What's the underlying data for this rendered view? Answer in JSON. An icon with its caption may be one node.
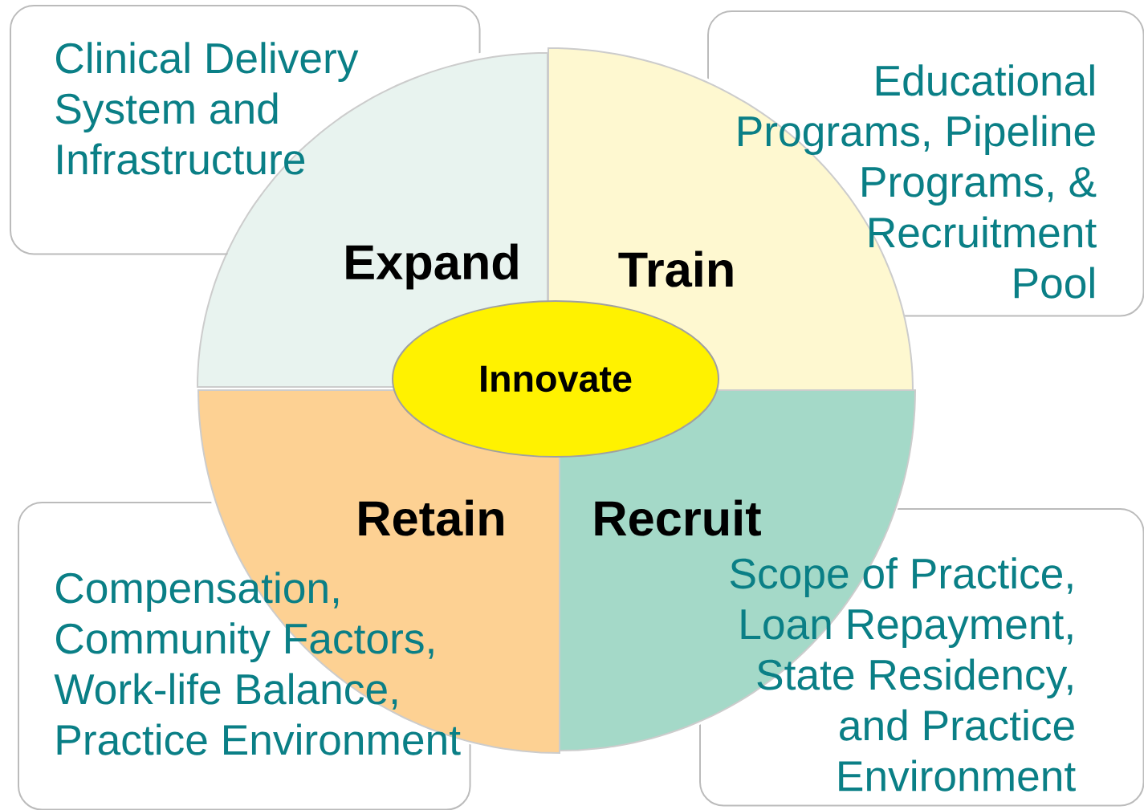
{
  "diagram": {
    "nodes": [
      {
        "text": [
          "Clinical Delivery System and Infrastructure"
        ]
      },
      {
        "text": [
          "Educational Programs, Pipeline Programs, & Recruitment Pool"
        ]
      },
      {
        "text": [
          "Expand"
        ]
      },
      {
        "text": [
          "Train"
        ]
      },
      {
        "text": [
          "Innovate"
        ]
      },
      {
        "text": [
          "Retain"
        ]
      },
      {
        "text": [
          "Recruit"
        ]
      },
      {
        "text": [
          "Compensation, Community Factors, Work-life Balance, Practice Environment"
        ]
      },
      {
        "text": [
          "Scope of Practice, Loan Repayment, State Residency, and Practice Environment"
        ]
      }
    ]
  }
}
